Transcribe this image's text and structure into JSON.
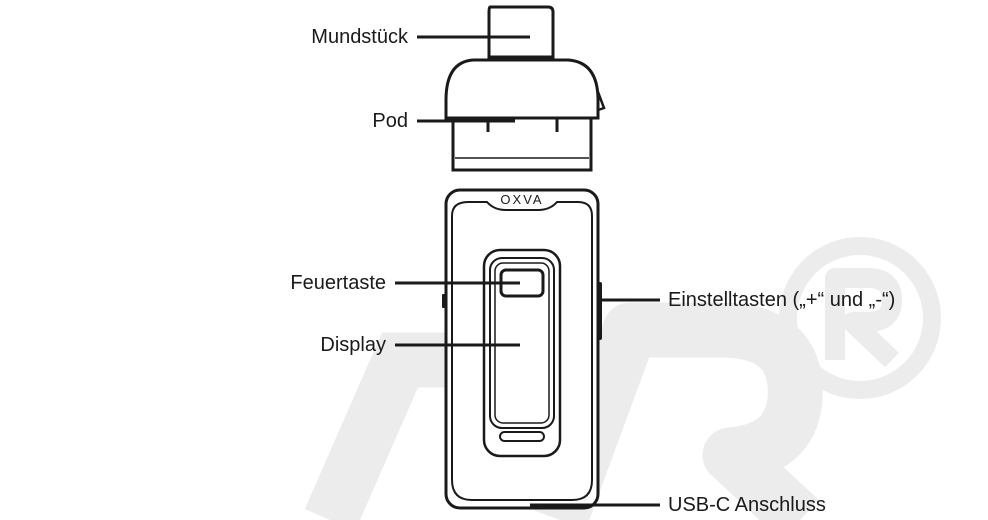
{
  "brand": "OXVA",
  "labels": {
    "mouthpiece": "Mundstück",
    "pod": "Pod",
    "fire_button": "Feuertaste",
    "display": "Display",
    "adjust_buttons": "Einstelltasten („+“ und „-“)",
    "usb_port": "USB-C Anschluss"
  },
  "colors": {
    "outline": "#1a1a1a",
    "watermark": "#ececec"
  }
}
